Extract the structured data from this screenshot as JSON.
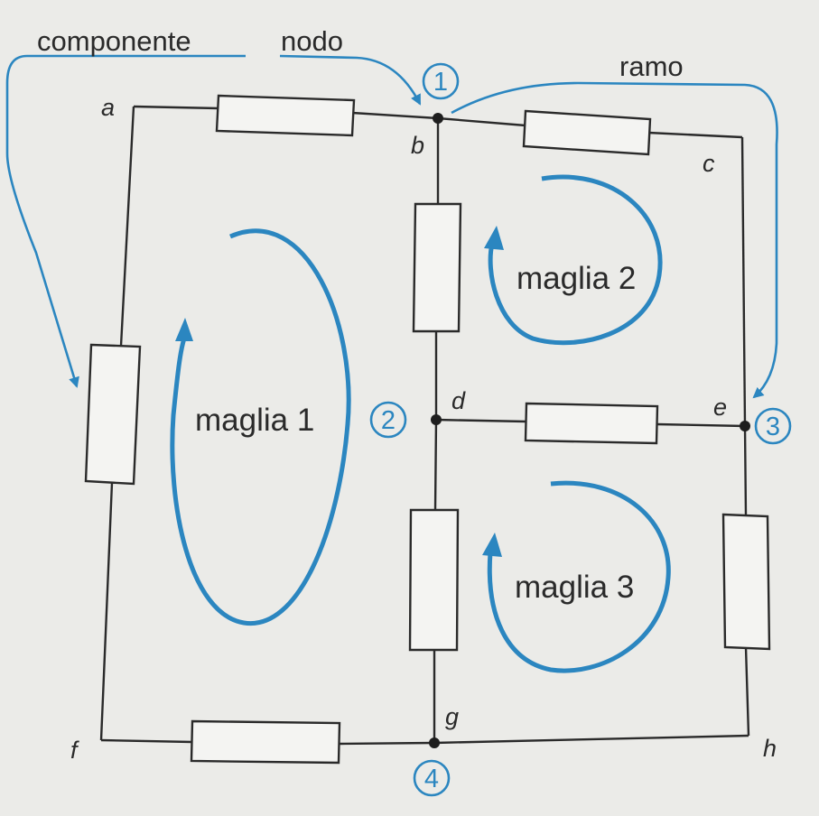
{
  "callouts": {
    "component": "componente",
    "node": "nodo",
    "branch": "ramo"
  },
  "points": {
    "a": "a",
    "b": "b",
    "c": "c",
    "d": "d",
    "e": "e",
    "f": "f",
    "g": "g",
    "h": "h"
  },
  "node_numbers": [
    "1",
    "2",
    "3",
    "4"
  ],
  "meshes": [
    "maglia 1",
    "maglia 2",
    "maglia 3"
  ],
  "colors": {
    "accent": "#2b86c0",
    "line": "#2a2a2a",
    "paper": "#ebebe8"
  }
}
